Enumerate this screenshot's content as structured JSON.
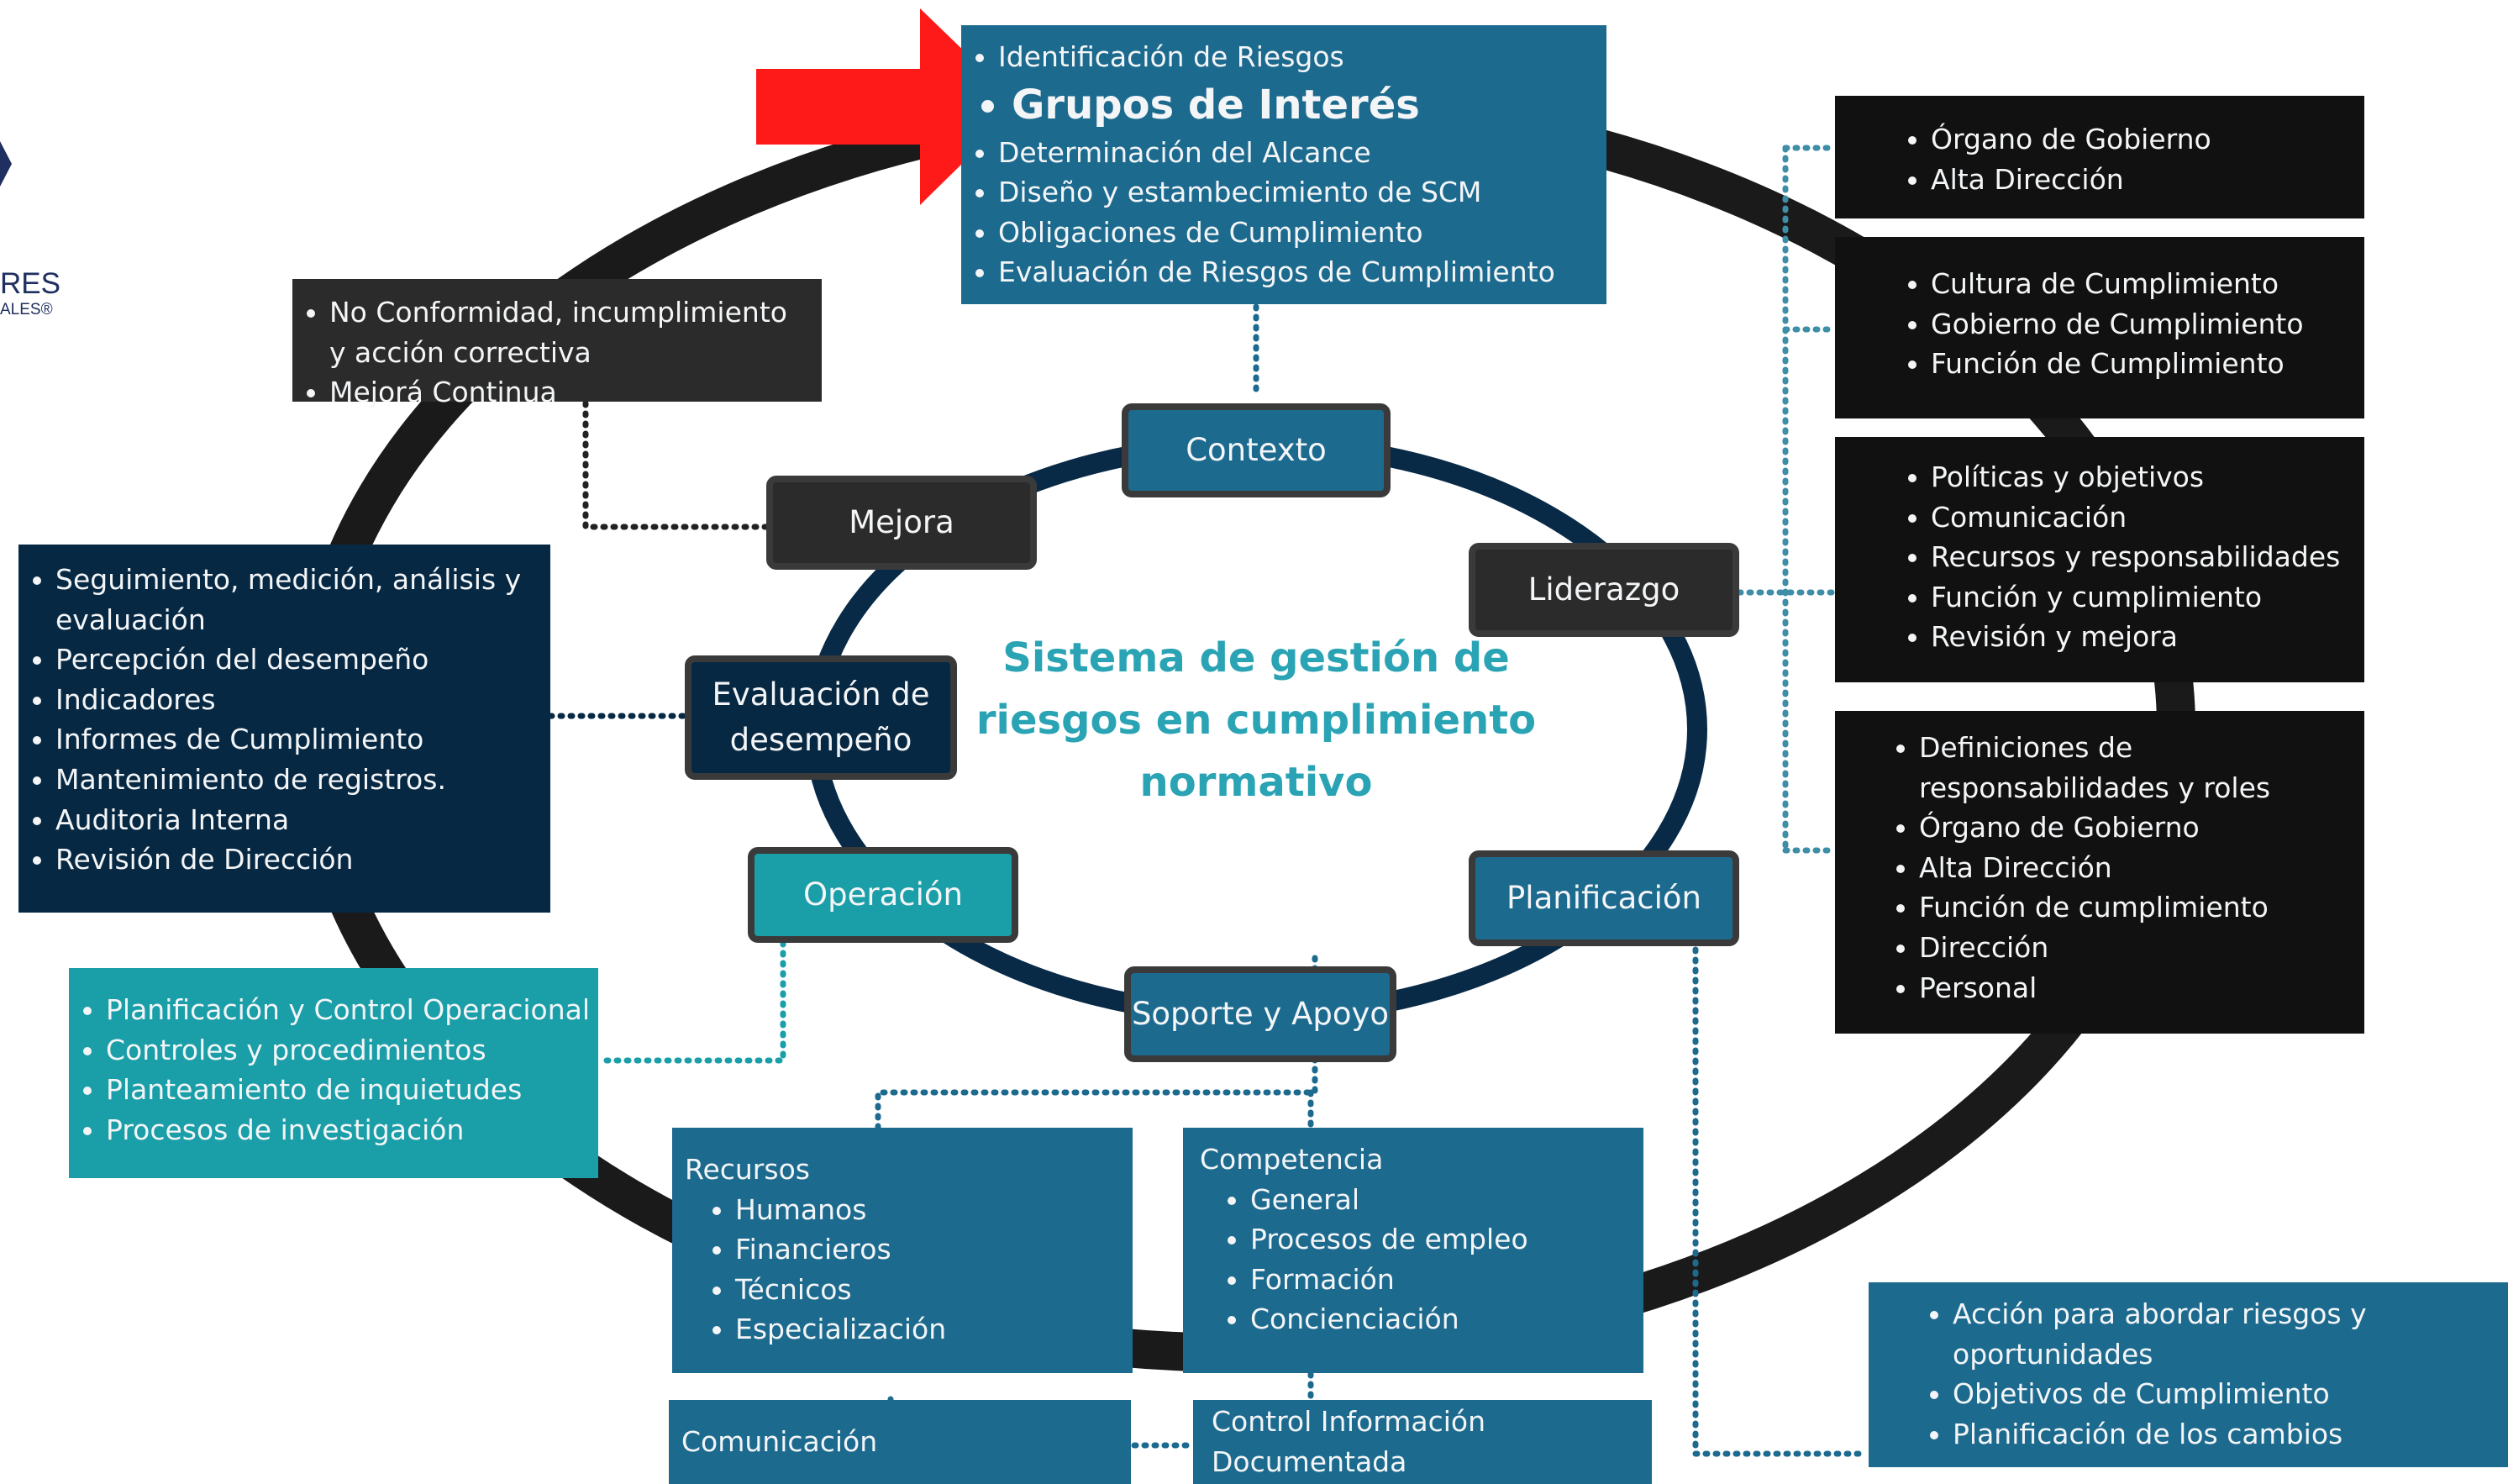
{
  "center_title": [
    "Sistema de gestión de",
    "riesgos en cumplimiento",
    "normativo"
  ],
  "nodes": {
    "contexto": "Contexto",
    "mejora": "Mejora",
    "liderazgo": "Liderazgo",
    "evaluacion": [
      "Evaluación de",
      "desempeño"
    ],
    "operacion": "Operación",
    "planificacion": "Planificación",
    "soporte": "Soporte y Apoyo"
  },
  "contexto_box": {
    "items": [
      "Identificación de Riesgos",
      "Grupos de Interés",
      "Determinación del Alcance",
      "Diseño y estambecimiento de  SCM",
      "Obligaciones de Cumplimiento",
      "Evaluación de Riesgos de Cumplimiento"
    ],
    "highlighted_index": 1
  },
  "mejora_box": {
    "items": [
      "No Conformidad, incumplimiento y acción correctiva",
      "Mejorá Continua"
    ]
  },
  "evaluacion_box": {
    "items": [
      "Seguimiento, medición, análisis y evaluación",
      "Percepción del desempeño",
      "Indicadores",
      "Informes de Cumplimiento",
      "Mantenimiento de registros.",
      "Auditoria Interna",
      "Revisión de Dirección"
    ]
  },
  "operacion_box": {
    "items": [
      "Planificación y Control Operacional",
      "Controles y procedimientos",
      "Planteamiento de inquietudes",
      "Procesos de investigación"
    ]
  },
  "recursos_box": {
    "heading": "Recursos",
    "items": [
      "Humanos",
      "Financieros",
      "Técnicos",
      "Especialización"
    ]
  },
  "competencia_box": {
    "heading": "Competencia",
    "items": [
      "General",
      "Procesos de empleo",
      "Formación",
      "Concienciación"
    ]
  },
  "comunicacion_box": {
    "heading": "Comunicación"
  },
  "control_box": {
    "heading": [
      "Control Información",
      "Documentada"
    ]
  },
  "planificacion_box": {
    "items": [
      "Acción para abordar riesgos y oportunidades",
      "Objetivos de Cumplimiento",
      "Planificación de los cambios"
    ]
  },
  "liderazgo_boxes": [
    {
      "items": [
        "Órgano de Gobierno",
        "Alta Dirección"
      ]
    },
    {
      "items": [
        "Cultura de Cumplimiento",
        "Gobierno de Cumplimiento",
        "Función de Cumplimiento"
      ]
    },
    {
      "items": [
        "Políticas y objetivos",
        "Comunicación",
        "Recursos y responsabilidades",
        "Función y cumplimiento",
        "Revisión y mejora"
      ]
    },
    {
      "items": [
        "Definiciones de responsabilidades y roles",
        "Órgano de Gobierno",
        "Alta Dirección",
        "Función  de cumplimiento",
        "Dirección",
        "Personal"
      ]
    }
  ],
  "logo": {
    "line1": "RES",
    "line2": "ALES®"
  },
  "colors": {
    "navy": "#062843",
    "blue": "#1d6a8f",
    "black": "#111111",
    "teal": "#1a9ea8",
    "title": "#2aa4b4",
    "arrow": "#ff1a1a",
    "ring": "#1a1a1a",
    "inner_ring": "#082a47"
  }
}
